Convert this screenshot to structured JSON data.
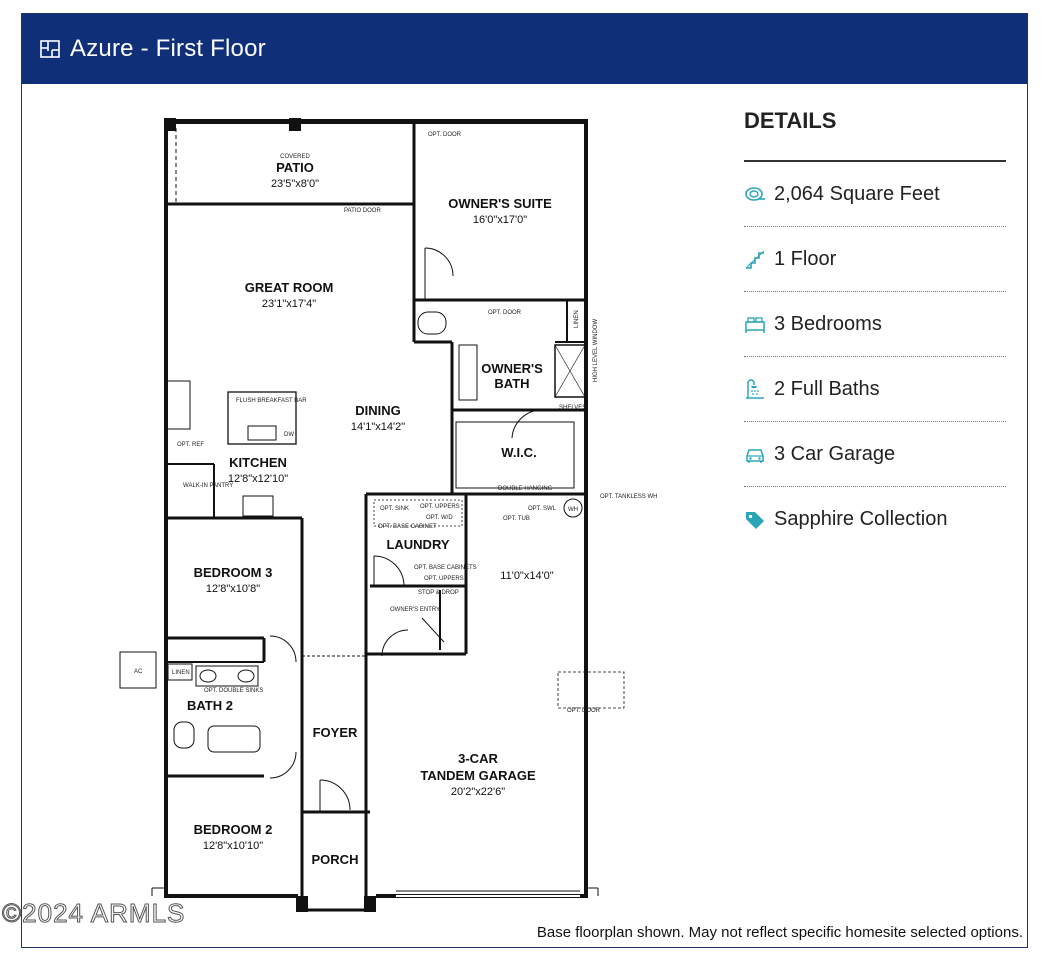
{
  "header": {
    "title": "Azure - First Floor",
    "icon": "floorplan-icon"
  },
  "details": {
    "heading": "DETAILS",
    "items": [
      {
        "icon": "area-icon",
        "text": "2,064 Square Feet"
      },
      {
        "icon": "stairs-icon",
        "text": "1 Floor"
      },
      {
        "icon": "bed-icon",
        "text": "3 Bedrooms"
      },
      {
        "icon": "shower-icon",
        "text": "2 Full Baths"
      },
      {
        "icon": "car-icon",
        "text": "3 Car Garage"
      },
      {
        "icon": "tag-icon",
        "text": "Sapphire Collection"
      }
    ]
  },
  "plan": {
    "rooms": {
      "patio": {
        "note": "COVERED",
        "name": "PATIO",
        "dim": "23'5\"x8'0\""
      },
      "owners_suite": {
        "name": "OWNER'S SUITE",
        "dim": "16'0\"x17'0\""
      },
      "great_room": {
        "name": "GREAT ROOM",
        "dim": "23'1\"x17'4\""
      },
      "dining": {
        "name": "DINING",
        "dim": "14'1\"x14'2\""
      },
      "kitchen": {
        "name": "KITCHEN",
        "dim": "12'8\"x12'10\""
      },
      "owners_bath": {
        "name1": "OWNER'S",
        "name2": "BATH"
      },
      "wic": {
        "name": "W.I.C."
      },
      "bedroom3": {
        "name": "BEDROOM 3",
        "dim": "12'8\"x10'8\""
      },
      "laundry": {
        "name": "LAUNDRY"
      },
      "bath2": {
        "name": "BATH 2"
      },
      "foyer": {
        "name": "FOYER"
      },
      "garage": {
        "name1": "3-CAR",
        "name2": "TANDEM GARAGE",
        "dim": "20'2\"x22'6\"",
        "tandem_dim": "11'0\"x14'0\""
      },
      "bedroom2": {
        "name": "BEDROOM 2",
        "dim": "12'8\"x10'10\""
      },
      "porch": {
        "name": "PORCH"
      }
    },
    "notes": {
      "opt_door_suite": "OPT. DOOR",
      "patio_door": "PATIO DOOR",
      "opt_door_bath": "OPT. DOOR",
      "linen_owner": "LINEN",
      "high_level_window": "HIGH LEVEL WINDOW",
      "flush_breakfast_bar": "FLUSH BREAKFAST BAR",
      "dw": "DW",
      "opt_ref": "OPT. REF",
      "walk_in_pantry": "WALK-IN PANTRY",
      "shelves": "SHELVES",
      "double_hanging": "DOUBLE HANGING",
      "opt_tankless": "OPT. TANKLESS WH",
      "wh": "WH",
      "opt_tub": "OPT. TUB",
      "opt_swl": "OPT. SWL",
      "opt_sink": "OPT. SINK",
      "opt_base_cabinet": "OPT. BASE CABINET",
      "opt_uppers_top": "OPT. UPPERS",
      "opt_wd": "OPT. W/D",
      "opt_base_cabinets": "OPT. BASE CABINETS",
      "opt_uppers_bottom": "OPT. UPPERS",
      "stop_drop": "STOP & DROP",
      "owners_entry": "OWNER'S ENTRY",
      "ac": "AC",
      "linen_bath2": "LINEN",
      "opt_double_sinks": "OPT. DOUBLE SINKS",
      "opt_door_garage": "OPT. DOOR"
    }
  },
  "disclaimer": "Base floorplan shown. May not reflect specific homesite selected options.",
  "watermark": "©2024 ARMLS",
  "colors": {
    "header_bg": "#0f2f79",
    "icon_teal": "#2aa5b7",
    "wall": "#111111"
  }
}
